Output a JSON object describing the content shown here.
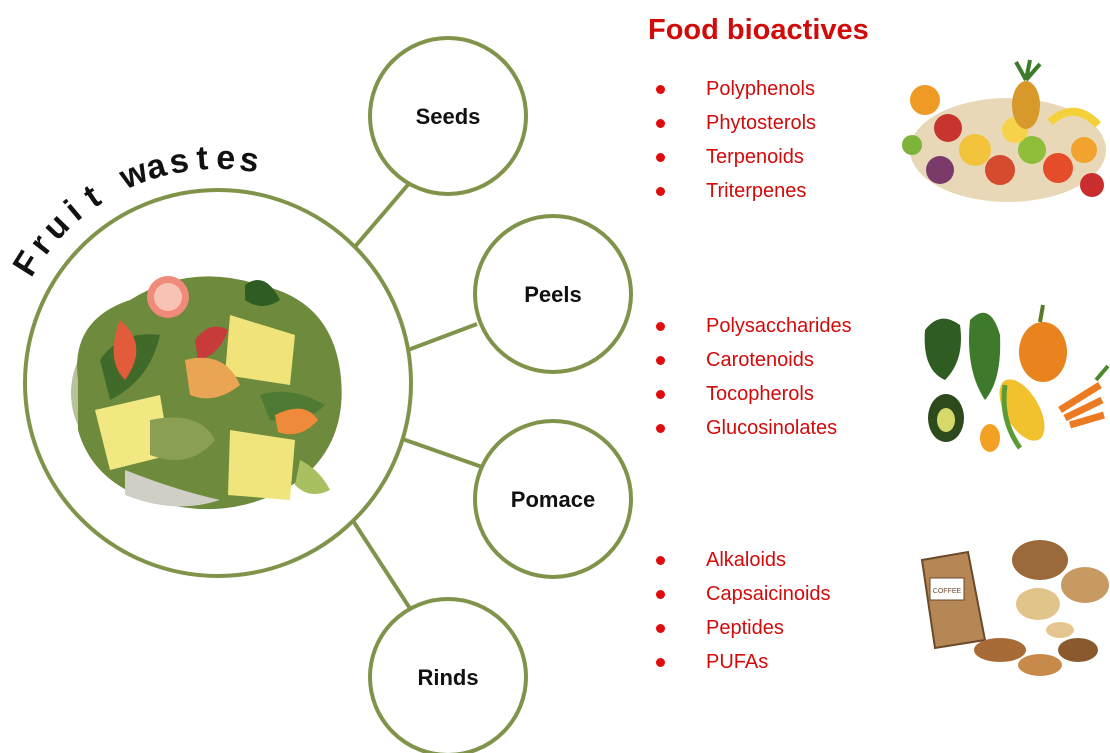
{
  "title": "Fruit wastes",
  "bioactives_heading": "Food bioactives",
  "sources": [
    "Seeds",
    "Peels",
    "Pomace",
    "Rinds"
  ],
  "bioactive_groups": [
    {
      "items": [
        "Polyphenols",
        "Phytosterols",
        "Terpenoids",
        "Triterpenes"
      ],
      "image_icon": "fruit-pile-icon"
    },
    {
      "items": [
        "Polysaccharides",
        "Carotenoids",
        "Tocopherols",
        "Glucosinolates"
      ],
      "image_icon": "vegetables-icon"
    },
    {
      "items": [
        "Alkaloids",
        "Capsaicinoids",
        "Peptides",
        "PUFAs"
      ],
      "image_icon": "coffee-nuts-icon"
    }
  ],
  "coffee_bag_text": "COFFEE",
  "colors": {
    "ring": "#7f944a",
    "bioactive_text": "#d10a0a",
    "label_text": "#111111"
  }
}
